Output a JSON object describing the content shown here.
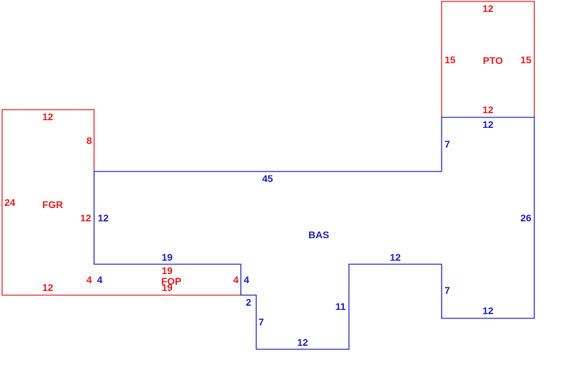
{
  "colors": {
    "red": "#dd1c1c",
    "blue": "#1c1cbb",
    "background": "#ffffff"
  },
  "areas": [
    {
      "name": "area-label-fgr",
      "text": "FGR",
      "color": "red"
    },
    {
      "name": "area-label-pto",
      "text": "PTO",
      "color": "red"
    },
    {
      "name": "area-label-bas",
      "text": "BAS",
      "color": "blue"
    },
    {
      "name": "area-label-fop",
      "text": "FOP",
      "color": "red"
    }
  ],
  "dimensions": [
    {
      "name": "fgr-top",
      "text": "12",
      "color": "red"
    },
    {
      "name": "fgr-upper-right",
      "text": "8",
      "color": "red"
    },
    {
      "name": "fgr-left",
      "text": "24",
      "color": "red"
    },
    {
      "name": "fgr-mid-right",
      "text": "12",
      "color": "red"
    },
    {
      "name": "fgr-bottom",
      "text": "12",
      "color": "red"
    },
    {
      "name": "fgr-lower-right",
      "text": "4",
      "color": "red"
    },
    {
      "name": "pto-top",
      "text": "12",
      "color": "red"
    },
    {
      "name": "pto-left",
      "text": "15",
      "color": "red"
    },
    {
      "name": "pto-right",
      "text": "15",
      "color": "red"
    },
    {
      "name": "pto-bottom",
      "text": "12",
      "color": "red"
    },
    {
      "name": "fop-top",
      "text": "19",
      "color": "red"
    },
    {
      "name": "fop-bottom",
      "text": "19",
      "color": "red"
    },
    {
      "name": "fop-right",
      "text": "4",
      "color": "red"
    },
    {
      "name": "bas-top-right",
      "text": "12",
      "color": "blue"
    },
    {
      "name": "bas-notch-upper",
      "text": "7",
      "color": "blue"
    },
    {
      "name": "bas-top",
      "text": "45",
      "color": "blue"
    },
    {
      "name": "bas-left",
      "text": "12",
      "color": "blue"
    },
    {
      "name": "bas-right",
      "text": "26",
      "color": "blue"
    },
    {
      "name": "bas-fop-top",
      "text": "19",
      "color": "blue"
    },
    {
      "name": "bas-fop-left",
      "text": "4",
      "color": "blue"
    },
    {
      "name": "bas-fop-right",
      "text": "4",
      "color": "blue"
    },
    {
      "name": "bas-step-top",
      "text": "12",
      "color": "blue"
    },
    {
      "name": "bas-notch-lower",
      "text": "7",
      "color": "blue"
    },
    {
      "name": "bas-bottom-right",
      "text": "12",
      "color": "blue"
    },
    {
      "name": "bas-small-step",
      "text": "2",
      "color": "blue"
    },
    {
      "name": "bas-step-left",
      "text": "11",
      "color": "blue"
    },
    {
      "name": "bas-lower-left",
      "text": "7",
      "color": "blue"
    },
    {
      "name": "bas-bottom",
      "text": "12",
      "color": "blue"
    }
  ]
}
